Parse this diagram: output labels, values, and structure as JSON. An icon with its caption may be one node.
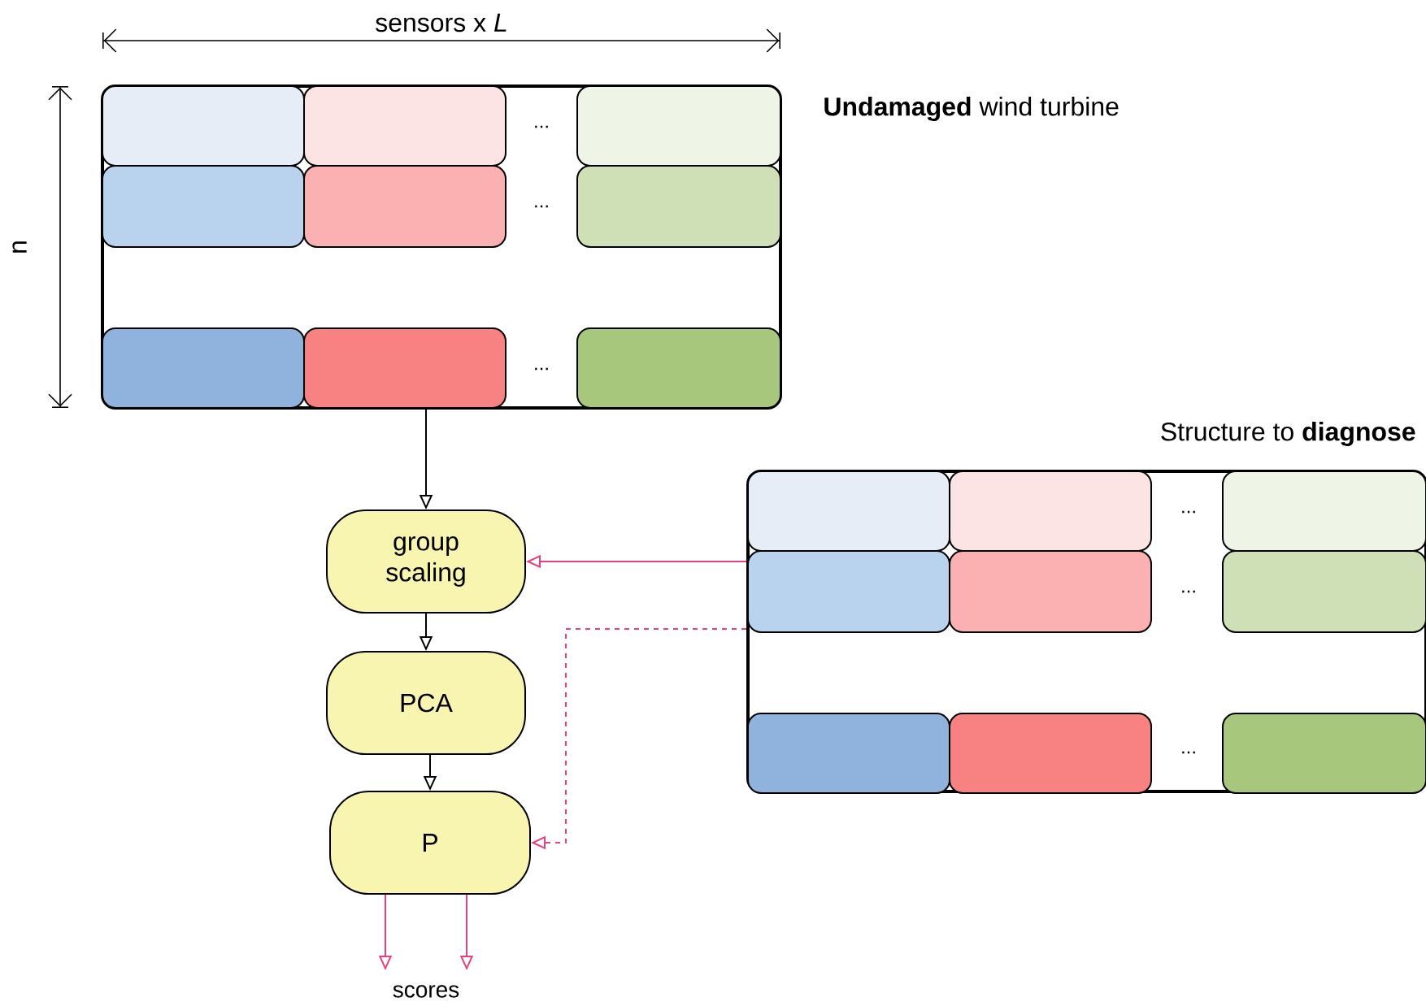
{
  "diagram": {
    "nodes": [
      {
        "text": [
          "**Undamaged** wind turbine"
        ]
      },
      {
        "text": [],
        "shape": "box",
        "in": 0
      },
      {
        "text": [],
        "shape": "box",
        "in": 0
      },
      {
        "text": [],
        "shape": "box",
        "in": 0
      },
      {
        "text": [],
        "shape": "box",
        "in": 0
      },
      {
        "text": [],
        "shape": "box",
        "in": 0
      },
      {
        "text": [],
        "shape": "box",
        "in": 0
      },
      {
        "text": [],
        "shape": "box",
        "in": 0
      },
      {
        "text": [],
        "shape": "box",
        "in": 0
      },
      {
        "text": [],
        "shape": "box",
        "in": 0
      },
      {
        "text": [
          "Structure to **diagnose**"
        ]
      },
      {
        "text": [],
        "shape": "box",
        "in": 10
      },
      {
        "text": [],
        "shape": "box",
        "in": 10
      },
      {
        "text": [],
        "shape": "box",
        "in": 10
      },
      {
        "text": [],
        "shape": "box",
        "in": 10
      },
      {
        "text": [],
        "shape": "box",
        "in": 10
      },
      {
        "text": [],
        "shape": "box",
        "in": 10
      },
      {
        "text": [],
        "shape": "box",
        "in": 10
      },
      {
        "text": [],
        "shape": "box",
        "in": 10
      },
      {
        "text": [],
        "shape": "box",
        "in": 10
      },
      {
        "text": [
          "group scaling"
        ]
      },
      {
        "text": [
          "PCA"
        ]
      },
      {
        "text": [
          "P"
        ]
      },
      {
        "text": [
          "scores"
        ]
      }
    ],
    "edges": [
      {
        "from": 0,
        "to": 20,
        "arrow": "to",
        "color": "#000000"
      },
      {
        "from": 10,
        "to": 20,
        "arrow": "to",
        "color": "#e8417f"
      },
      {
        "from": 20,
        "to": 21,
        "arrow": "to",
        "color": "#000000"
      },
      {
        "from": 10,
        "to": 22,
        "arrow": "to",
        "style": "dashed",
        "color": "#e8417f"
      },
      {
        "from": 21,
        "to": 22,
        "arrow": "to",
        "color": "#000000"
      },
      {
        "from": 22,
        "to": 23,
        "arrow": "to",
        "color": "#e8417f"
      },
      {
        "from": 22,
        "to": 23,
        "arrow": "to",
        "color": "#e8417f"
      }
    ],
    "labels": [
      "sensors x *L*",
      "n",
      "...",
      "...",
      "...",
      "...",
      "...",
      "..."
    ]
  }
}
